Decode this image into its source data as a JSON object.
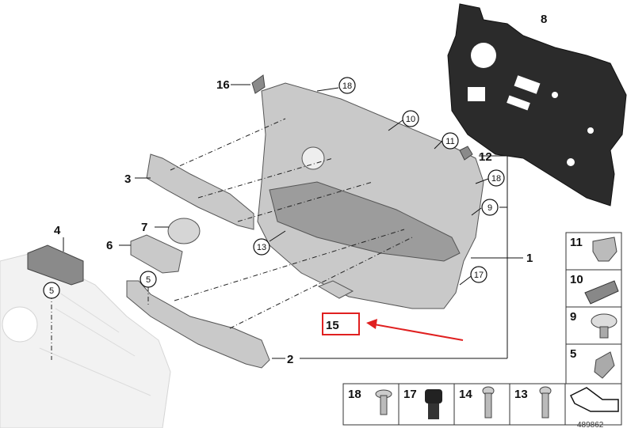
{
  "callouts": {
    "c1": "1",
    "c2": "2",
    "c3": "3",
    "c4": "4",
    "c6": "6",
    "c7": "7",
    "c8": "8",
    "c12": "12",
    "c15": "15",
    "c16": "16"
  },
  "circled": {
    "c18a": "18",
    "c10": "10",
    "c11": "11",
    "c18b": "18",
    "c9": "9",
    "c13": "13",
    "c17": "17",
    "c5a": "5",
    "c5b": "5"
  },
  "legend": {
    "side": [
      "11",
      "10",
      "9",
      "5"
    ],
    "bottom": [
      "18",
      "17",
      "14",
      "13"
    ]
  },
  "colors": {
    "highlight": "#e02020",
    "insulation": "#2b2b2b",
    "trim": "#c9c9c9"
  },
  "footer_id": "489862"
}
